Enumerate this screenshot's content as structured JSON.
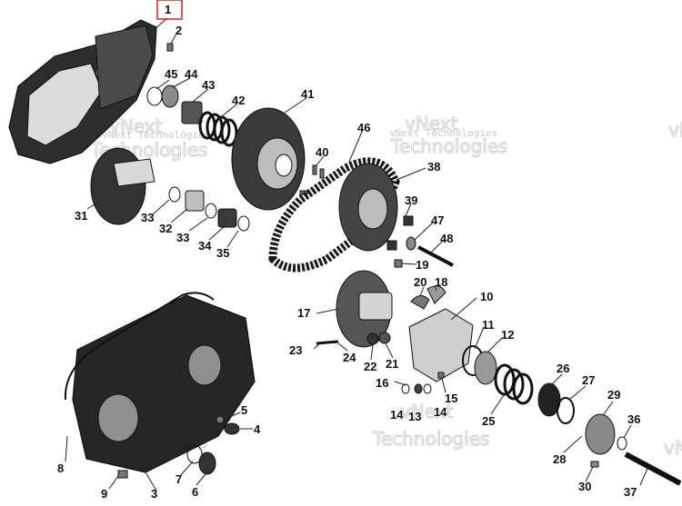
{
  "watermark": {
    "small": "vNext Technologies",
    "large_top": "vNext",
    "large_bottom": "Technologies"
  },
  "highlight_color": "#e02020",
  "callouts": [
    "1",
    "2",
    "3",
    "4",
    "5",
    "6",
    "7",
    "8",
    "9",
    "10",
    "11",
    "12",
    "13",
    "14",
    "14",
    "15",
    "16",
    "17",
    "18",
    "19",
    "20",
    "21",
    "22",
    "23",
    "24",
    "25",
    "26",
    "27",
    "28",
    "29",
    "30",
    "31",
    "32",
    "33",
    "33",
    "34",
    "35",
    "36",
    "37",
    "38",
    "39",
    "40",
    "41",
    "42",
    "43",
    "44",
    "45",
    "46",
    "47",
    "48"
  ]
}
